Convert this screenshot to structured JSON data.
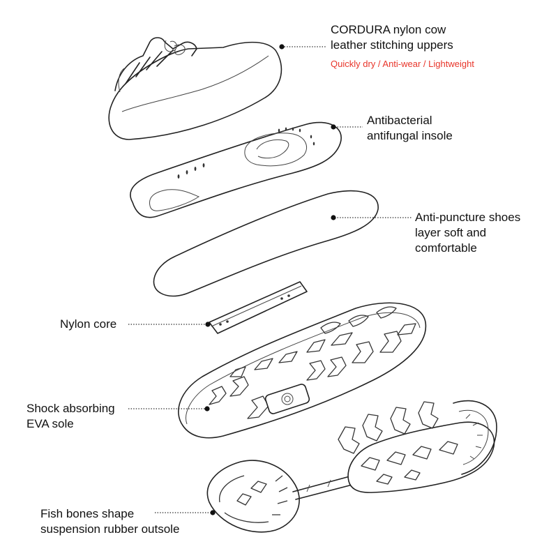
{
  "colors": {
    "line": "#222222",
    "accent": "#e8352a",
    "text": "#111111"
  },
  "callouts": {
    "upper": {
      "lines": [
        "CORDURA nylon cow",
        "leather stitching uppers"
      ],
      "note": "Quickly dry / Anti-wear / Lightweight"
    },
    "insole": {
      "lines": [
        "Antibacterial",
        "antifungal insole"
      ]
    },
    "puncture": {
      "lines": [
        "Anti-puncture shoes",
        "layer soft and",
        "comfortable"
      ]
    },
    "nylon": {
      "lines": [
        "Nylon core"
      ]
    },
    "eva": {
      "lines": [
        "Shock absorbing",
        "EVA sole"
      ]
    },
    "outsole": {
      "lines": [
        "Fish bones shape",
        "suspension rubber outsole"
      ]
    }
  }
}
